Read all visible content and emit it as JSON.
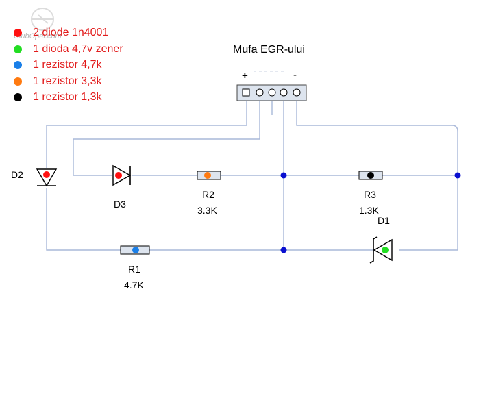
{
  "watermark": "ClubOpel.com",
  "legend": [
    {
      "text": "2  diode 1n4001",
      "color": "#ff1010"
    },
    {
      "text": "1 dioda 4,7v zener",
      "color": "#22dd22"
    },
    {
      "text": "1 rezistor 4,7k",
      "color": "#1a7fe8"
    },
    {
      "text": "1 rezistor 3,3k",
      "color": "#ff7a10"
    },
    {
      "text": "1 rezistor 1,3k",
      "color": "#000000"
    }
  ],
  "connector": {
    "title": "Mufa EGR-ului",
    "plus": "+",
    "minus": "-",
    "pins": 5
  },
  "components": {
    "d2": {
      "name": "D2"
    },
    "d3": {
      "name": "D3"
    },
    "d1": {
      "name": "D1"
    },
    "r1": {
      "name": "R1",
      "value": "4.7K"
    },
    "r2": {
      "name": "R2",
      "value": "3.3K"
    },
    "r3": {
      "name": "R3",
      "value": "1.3K"
    }
  },
  "colors": {
    "wire": "#a9b8d9",
    "component_outline": "#000000",
    "node": "#0a10d0",
    "resistor_fill": "#dde4ee",
    "diode_red": "#ff1010",
    "zener_green": "#22dd22",
    "r1_dot": "#1a7fe8",
    "r2_dot": "#ff7a10",
    "r3_dot": "#000000",
    "legend_text": "#e21b1b"
  }
}
